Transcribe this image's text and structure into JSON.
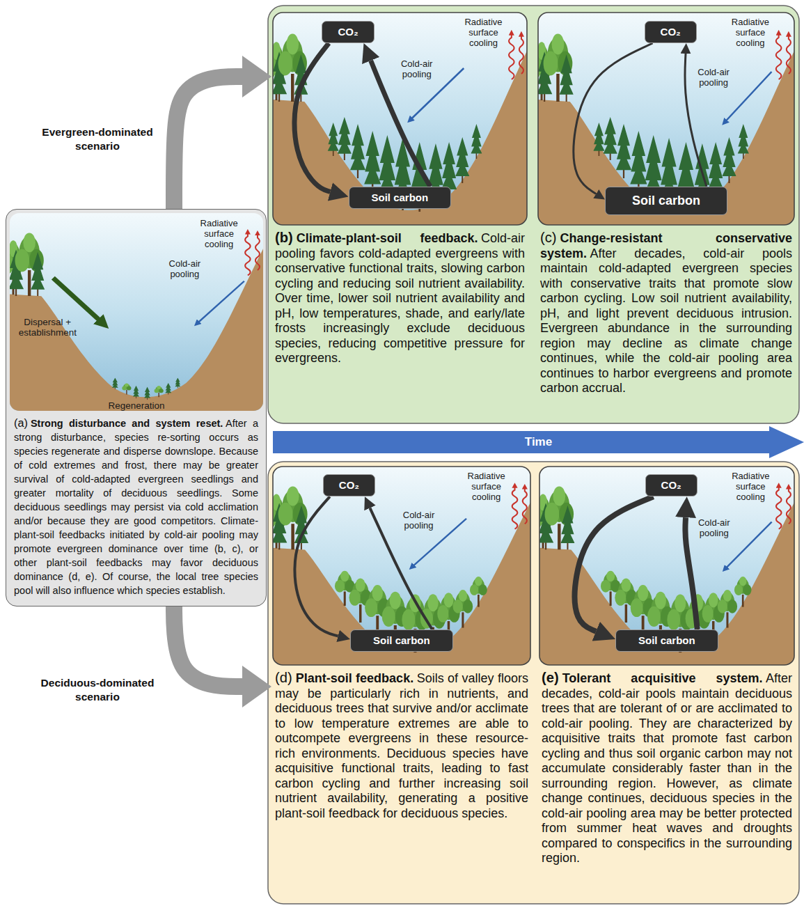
{
  "diagram": {
    "nodes": [
      {
        "text": [
          "(a)",
          "Strong disturbance and system reset.",
          "After a strong disturbance, species re-sorting occurs as species regenerate and disperse downslope. Because of cold extremes and frost, there may be greater survival of cold-adapted evergreen seedlings and greater mortality of deciduous seedlings. Some deciduous seedlings may persist via cold acclimation and/or because they are good competitors. Climate-plant-soil feedbacks initiated by cold-air pooling may promote evergreen dominance over time (b, c), or other plant-soil feedbacks may favor deciduous dominance (d, e). Of course, the local tree species pool will also influence which species establish."
        ]
      },
      {
        "text": [
          "(b)",
          "Climate-plant-soil feedback.",
          "Cold-air pooling favors cold-adapted evergreens with conservative functional traits, slowing carbon cycling and reducing soil nutrient availability. Over time, lower soil nutrient availability and pH, low temperatures, shade, and early/late frosts increasingly exclude deciduous species, reducing competitive pressure for evergreens."
        ]
      },
      {
        "text": [
          "CO₂"
        ],
        "in": 1
      },
      {
        "text": [
          "Soil carbon"
        ],
        "in": 1
      },
      {
        "text": [
          "(c)",
          "Change-resistant conservative system.",
          "After decades, cold-air pools maintain cold-adapted evergreen species with conservative traits that promote slow carbon cycling. Low soil nutrient availability, pH, and light prevent deciduous intrusion. Evergreen abundance in the surrounding region may decline as climate change continues, while the cold-air pooling area continues to harbor evergreens and promote carbon accrual."
        ]
      },
      {
        "text": [
          "CO₂"
        ],
        "in": 4
      },
      {
        "text": [
          "Soil carbon"
        ],
        "in": 4
      },
      {
        "text": [
          "Time"
        ]
      },
      {
        "text": [
          "(d)",
          "Plant-soil feedback.",
          "Soils of valley floors may be particularly rich in nutrients, and deciduous trees that survive and/or acclimate to low temperature extremes are able to outcompete evergreens in these resource-rich environments. Deciduous species have acquisitive functional traits, leading to fast carbon cycling and further increasing soil nutrient availability, generating a positive plant-soil feedback for deciduous species."
        ]
      },
      {
        "text": [
          "CO₂"
        ],
        "in": 8
      },
      {
        "text": [
          "Soil carbon"
        ],
        "in": 8
      },
      {
        "text": [
          "(e)",
          "Tolerant acquisitive system.",
          "After decades, cold-air pools maintain deciduous trees that are tolerant of or are acclimated to cold-air pooling. They are characterized by acquisitive traits that promote fast carbon cycling and thus soil organic carbon may not accumulate considerably faster than in the surrounding region. However, as climate change continues, deciduous species in the cold-air pooling area may be better protected from summer heat waves and droughts compared to conspecifics in the surrounding region."
        ]
      },
      {
        "text": [
          "CO₂"
        ],
        "in": 11
      },
      {
        "text": [
          "Soil carbon"
        ],
        "in": 11
      }
    ],
    "edges": [
      {
        "from": 0,
        "to": 1,
        "label": "Evergreen-dominated scenario",
        "arrow": "to"
      },
      {
        "from": 0,
        "to": 8,
        "label": "Deciduous-dominated scenario",
        "arrow": "to"
      },
      {
        "from": 2,
        "to": 3,
        "arrow": "to"
      },
      {
        "from": 3,
        "to": 2,
        "arrow": "to"
      },
      {
        "from": 5,
        "to": 6,
        "arrow": "to"
      },
      {
        "from": 6,
        "to": 5,
        "arrow": "to"
      },
      {
        "from": 9,
        "to": 10,
        "arrow": "to"
      },
      {
        "from": 10,
        "to": 9,
        "arrow": "to"
      },
      {
        "from": 12,
        "to": 13,
        "arrow": "to"
      },
      {
        "from": 13,
        "to": 12,
        "arrow": "to"
      }
    ],
    "labels": [
      "Radiative surface cooling",
      "Cold-air pooling",
      "Dispersal + establishment",
      "Regeneration",
      "Radiative surface cooling",
      "Cold-air pooling",
      "Radiative surface cooling",
      "Cold-air pooling",
      "Radiative surface cooling",
      "Cold-air pooling",
      "Radiative surface cooling",
      "Cold-air pooling"
    ]
  }
}
